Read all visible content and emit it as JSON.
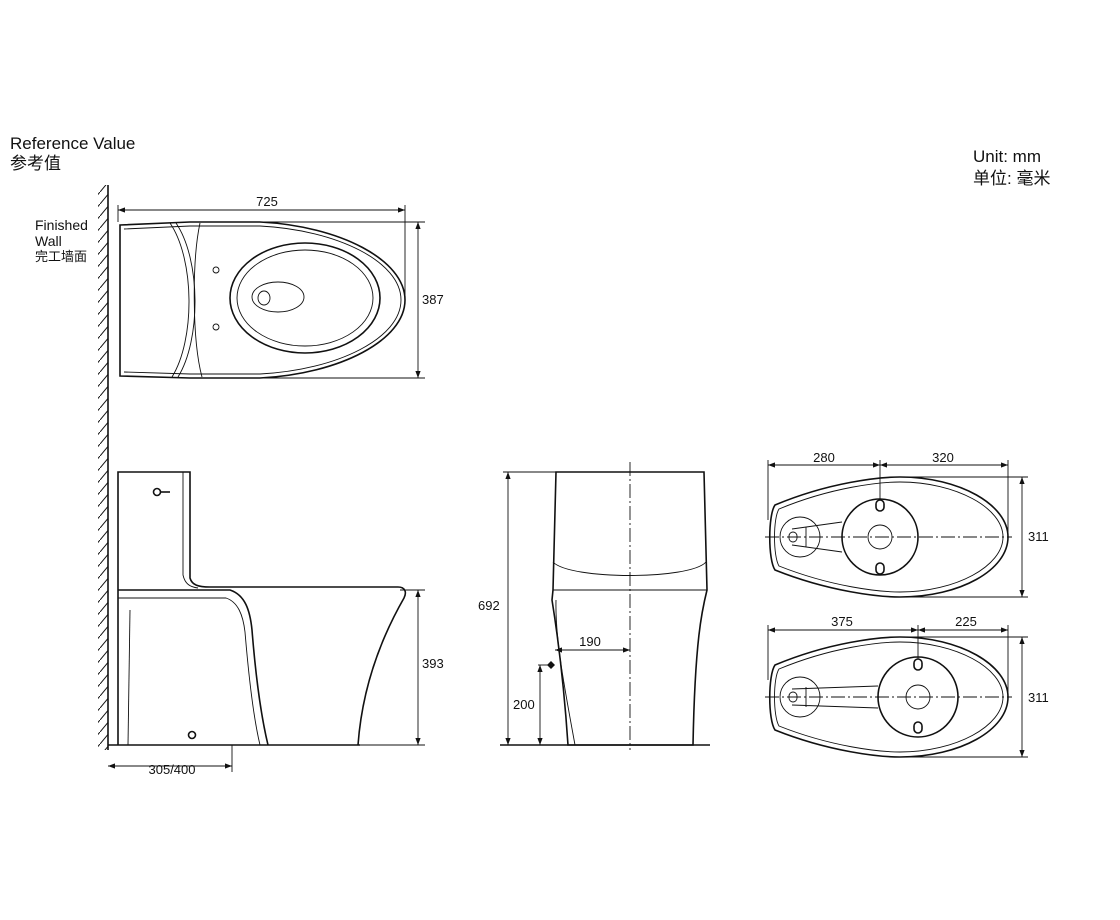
{
  "header": {
    "title_en": "Reference Value",
    "title_zh": "参考值",
    "unit_en": "Unit: mm",
    "unit_zh": "单位: 毫米"
  },
  "wall_label": {
    "line1": "Finished",
    "line2": "Wall",
    "zh": "完工墙面"
  },
  "dimensions": {
    "top_length": "725",
    "top_width": "387",
    "seat_height": "393",
    "rough_in": "305/400",
    "total_height": "692",
    "inlet_offset": "190",
    "inlet_height": "200",
    "bottom1_left": "280",
    "bottom1_right": "320",
    "bottom1_width": "311",
    "bottom2_left": "375",
    "bottom2_right": "225",
    "bottom2_width": "311"
  }
}
